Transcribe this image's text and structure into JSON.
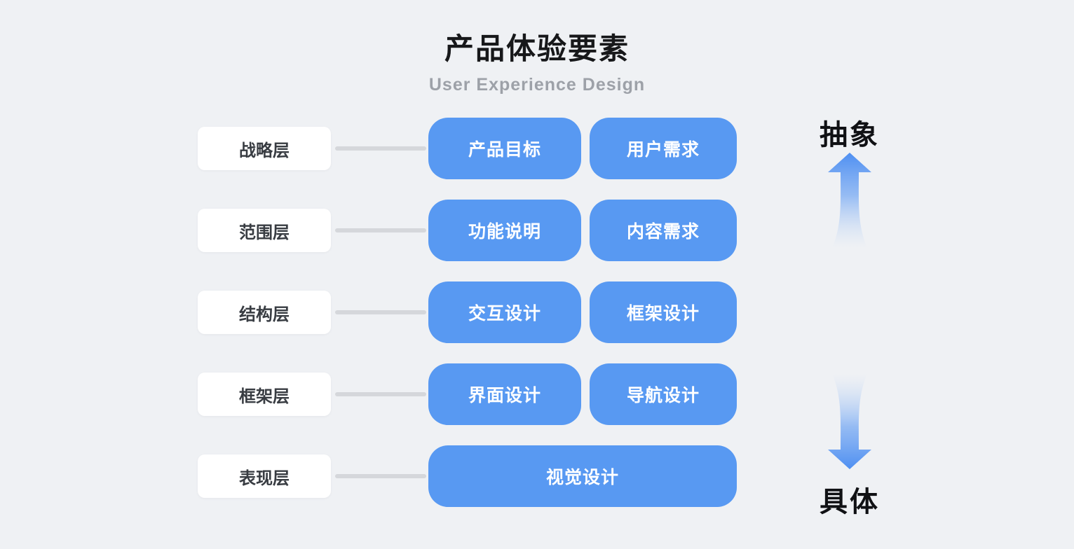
{
  "title": "产品体验要素",
  "subtitle": "User Experience Design",
  "colors": {
    "background": "#EFF1F4",
    "blue_box": "#5899F2",
    "white_box": "#FFFFFF",
    "connector": "#D5D7DB",
    "title_text": "#17181A",
    "subtitle_text": "#9DA1A8",
    "label_text": "#383C42",
    "arrow_blue": "#4E8FF2"
  },
  "rows": [
    {
      "label": "战略层",
      "items": [
        "产品目标",
        "用户需求"
      ]
    },
    {
      "label": "范围层",
      "items": [
        "功能说明",
        "内容需求"
      ]
    },
    {
      "label": "结构层",
      "items": [
        "交互设计",
        "框架设计"
      ]
    },
    {
      "label": "框架层",
      "items": [
        "界面设计",
        "导航设计"
      ]
    },
    {
      "label": "表现层",
      "items": [
        "视觉设计"
      ]
    }
  ],
  "axis": {
    "top_label": "抽象",
    "bottom_label": "具体"
  }
}
